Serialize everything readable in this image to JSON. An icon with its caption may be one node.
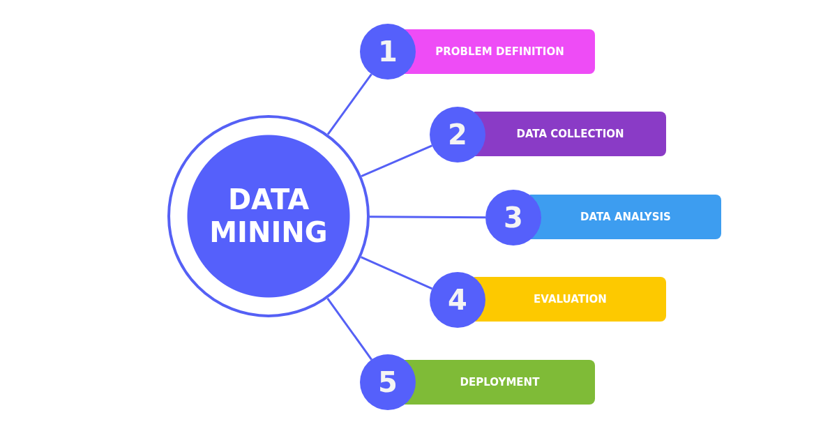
{
  "diagram": {
    "nodes": [
      {
        "text": [
          "DATA MINING"
        ]
      },
      {
        "text": [
          "1"
        ]
      },
      {
        "text": [
          "PROBLEM DEFINITION"
        ]
      },
      {
        "text": [
          "2"
        ]
      },
      {
        "text": [
          "DATA COLLECTION"
        ]
      },
      {
        "text": [
          "3"
        ]
      },
      {
        "text": [
          "DATA ANALYSIS"
        ]
      },
      {
        "text": [
          "4"
        ]
      },
      {
        "text": [
          "EVALUATION"
        ]
      },
      {
        "text": [
          "5"
        ]
      },
      {
        "text": [
          "DEPLOYMENT"
        ]
      }
    ],
    "edges": [
      {
        "from": 0,
        "to": 1,
        "arrow": "none"
      },
      {
        "from": 0,
        "to": 3,
        "arrow": "none"
      },
      {
        "from": 0,
        "to": 5,
        "arrow": "none"
      },
      {
        "from": 0,
        "to": 7,
        "arrow": "none"
      },
      {
        "from": 0,
        "to": 9,
        "arrow": "none"
      }
    ]
  }
}
